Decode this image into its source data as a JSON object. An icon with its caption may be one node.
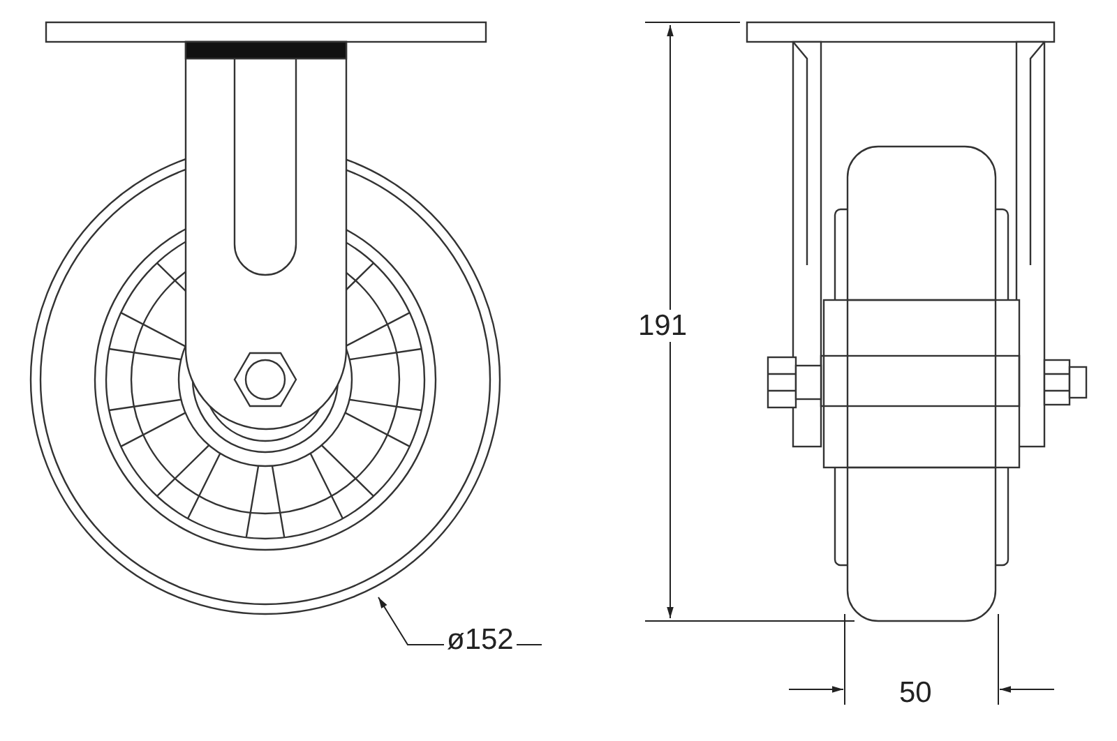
{
  "diagram": {
    "labels": [
      "191",
      "ø152",
      "50"
    ]
  }
}
